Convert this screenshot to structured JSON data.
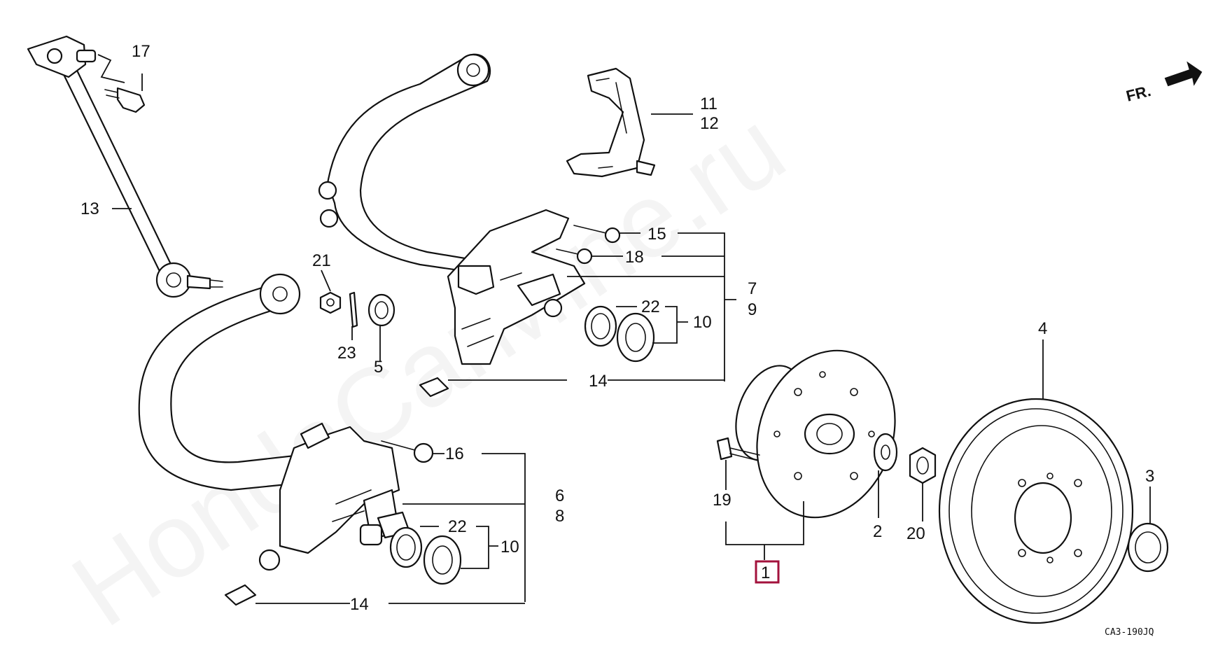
{
  "diagram": {
    "watermark": "HondaCarMine.ru",
    "direction_label": "FR.",
    "diagram_code": "CA3-190JQ",
    "highlight_color": "#a3123c",
    "callouts": [
      {
        "id": "1",
        "highlighted": true
      },
      "2",
      "3",
      "4",
      "5",
      "6",
      "7",
      "8",
      "9",
      "10",
      "10",
      "11",
      "12",
      "13",
      "14",
      "14",
      "15",
      "16",
      "17",
      "18",
      "19",
      "20",
      "21",
      "22",
      "22",
      "23"
    ]
  }
}
